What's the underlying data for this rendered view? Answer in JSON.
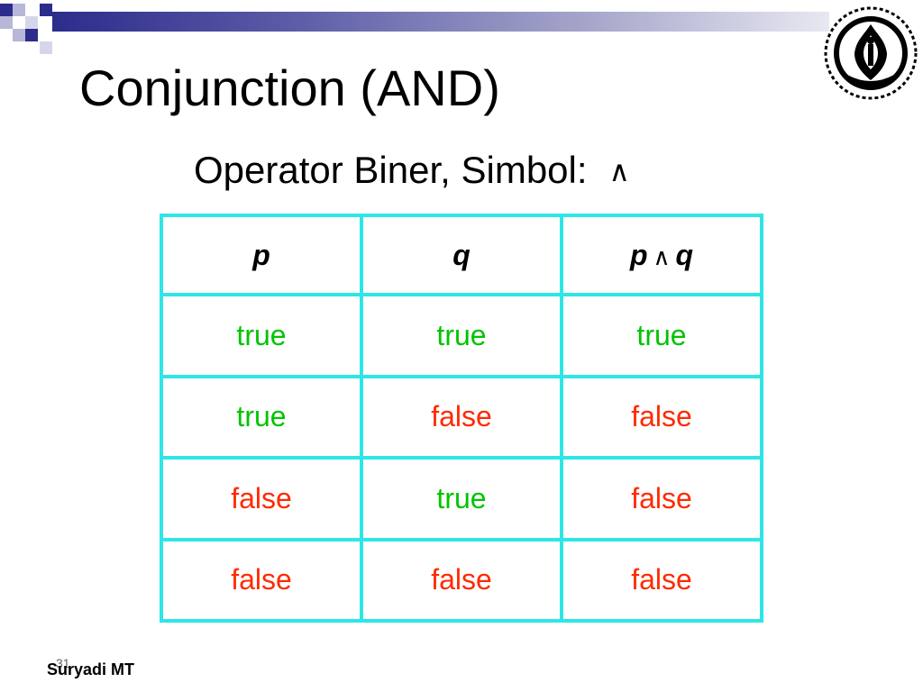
{
  "slide": {
    "title": "Conjunction (AND)",
    "subtitle": "Operator Biner, Simbol:",
    "symbol": "∧"
  },
  "table": {
    "headers": {
      "p": "p",
      "q": "q",
      "p_and_q_left": "p",
      "and_symbol": "∧",
      "p_and_q_right": "q"
    },
    "rows": [
      [
        "true",
        "true",
        "true"
      ],
      [
        "true",
        "false",
        "false"
      ],
      [
        "false",
        "true",
        "false"
      ],
      [
        "false",
        "false",
        "false"
      ]
    ]
  },
  "colors": {
    "true": "#00c400",
    "false": "#ff2a00",
    "grid": "#2ee6e6",
    "accent": "#2c2c8c"
  },
  "footer": {
    "author": "Suryadi MT",
    "page": "31"
  }
}
